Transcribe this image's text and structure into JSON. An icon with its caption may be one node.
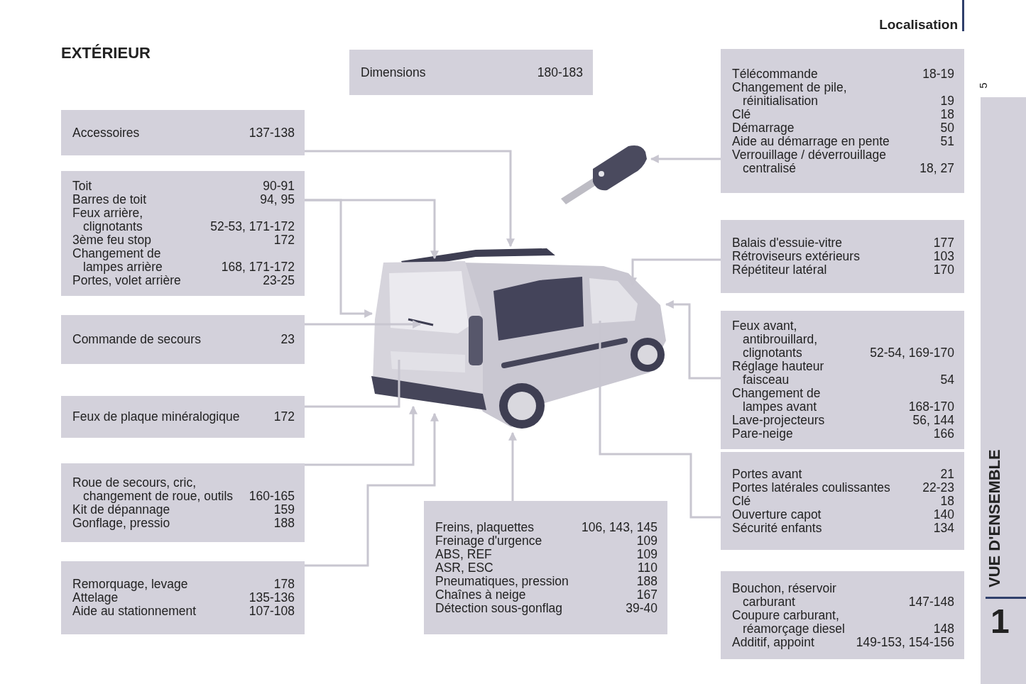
{
  "diagram": {
    "title": "EXTÉRIEUR",
    "nodes": [
      {
        "text": [
          "Dimensions",
          "180-183"
        ]
      },
      {
        "text": [
          "Accessoires",
          "137-138"
        ]
      },
      {
        "text": [
          "Toit",
          "90-91",
          "Barres de toit",
          "94, 95",
          "Feux arrière, clignotants",
          "52-53, 171-172",
          "3ème feu stop",
          "172",
          "Changement de lampes arrière",
          "168, 171-172",
          "Portes, volet arrière",
          "23-25"
        ]
      },
      {
        "text": [
          "Commande de secours",
          "23"
        ]
      },
      {
        "text": [
          "Feux de plaque minéralogique",
          "172"
        ]
      },
      {
        "text": [
          "Roue de secours, cric, changement de roue, outils",
          "160-165",
          "Kit de dépannage",
          "159",
          "Gonflage, pressio",
          "188"
        ]
      },
      {
        "text": [
          "Remorquage, levage",
          "178",
          "Attelage",
          "135-136",
          "Aide au stationnement",
          "107-108"
        ]
      },
      {
        "text": [
          "Freins, plaquettes",
          "106, 143, 145",
          "Freinage d'urgence",
          "109",
          "ABS, REF",
          "109",
          "ASR, ESC",
          "110",
          "Pneumatiques, pression",
          "188",
          "Chaînes à neige",
          "167",
          "Détection sous-gonflag",
          "39-40"
        ]
      },
      {
        "text": [
          "Télécommande",
          "18-19",
          "Changement de pile, réinitialisation",
          "19",
          "Clé",
          "18",
          "Démarrage",
          "50",
          "Aide au démarrage en pente",
          "51",
          "Verrouillage / déverrouillage centralisé",
          "18, 27"
        ]
      },
      {
        "text": [
          "Balais d'essuie-vitre",
          "177",
          "Rétroviseurs extérieurs",
          "103",
          "Répétiteur latéral",
          "170"
        ]
      },
      {
        "text": [
          "Feux avant, antibrouillard, clignotants",
          "52-54, 169-170",
          "Réglage hauteur faisceau",
          "54",
          "Changement de lampes avant",
          "168-170",
          "Lave-projecteurs",
          "56, 144",
          "Pare-neige",
          "166"
        ]
      },
      {
        "text": [
          "Portes avant",
          "21",
          "Portes latérales coulissantes",
          "22-23",
          "Clé",
          "18",
          "Ouverture capot",
          "140",
          "Sécurité enfants",
          "134"
        ]
      },
      {
        "text": [
          "Bouchon, réservoir carburant",
          "147-148",
          "Coupure carburant, réamorçage diesel",
          "148",
          "Additif, appoint",
          "149-153, 154-156"
        ]
      },
      {
        "text": [],
        "shape": "picture"
      },
      {
        "text": [],
        "shape": "picture"
      }
    ],
    "edges": [
      {
        "from": 1,
        "to": 13,
        "arrow": "to"
      },
      {
        "from": 2,
        "to": 13,
        "arrow": "to"
      },
      {
        "from": 2,
        "to": 13,
        "arrow": "to"
      },
      {
        "from": 3,
        "to": 13,
        "arrow": "to"
      },
      {
        "from": 4,
        "to": 13,
        "arrow": "none"
      },
      {
        "from": 5,
        "to": 13,
        "arrow": "to"
      },
      {
        "from": 6,
        "to": 13,
        "arrow": "to"
      },
      {
        "from": 7,
        "to": 13,
        "arrow": "to"
      },
      {
        "from": 8,
        "to": 14,
        "arrow": "to"
      },
      {
        "from": 9,
        "to": 13,
        "arrow": "to"
      },
      {
        "from": 10,
        "to": 13,
        "arrow": "to"
      },
      {
        "from": 11,
        "to": 13,
        "arrow": "none"
      }
    ],
    "labels": [
      "Localisation",
      "5",
      "VUE D'ENSEMBLE",
      "1"
    ]
  }
}
